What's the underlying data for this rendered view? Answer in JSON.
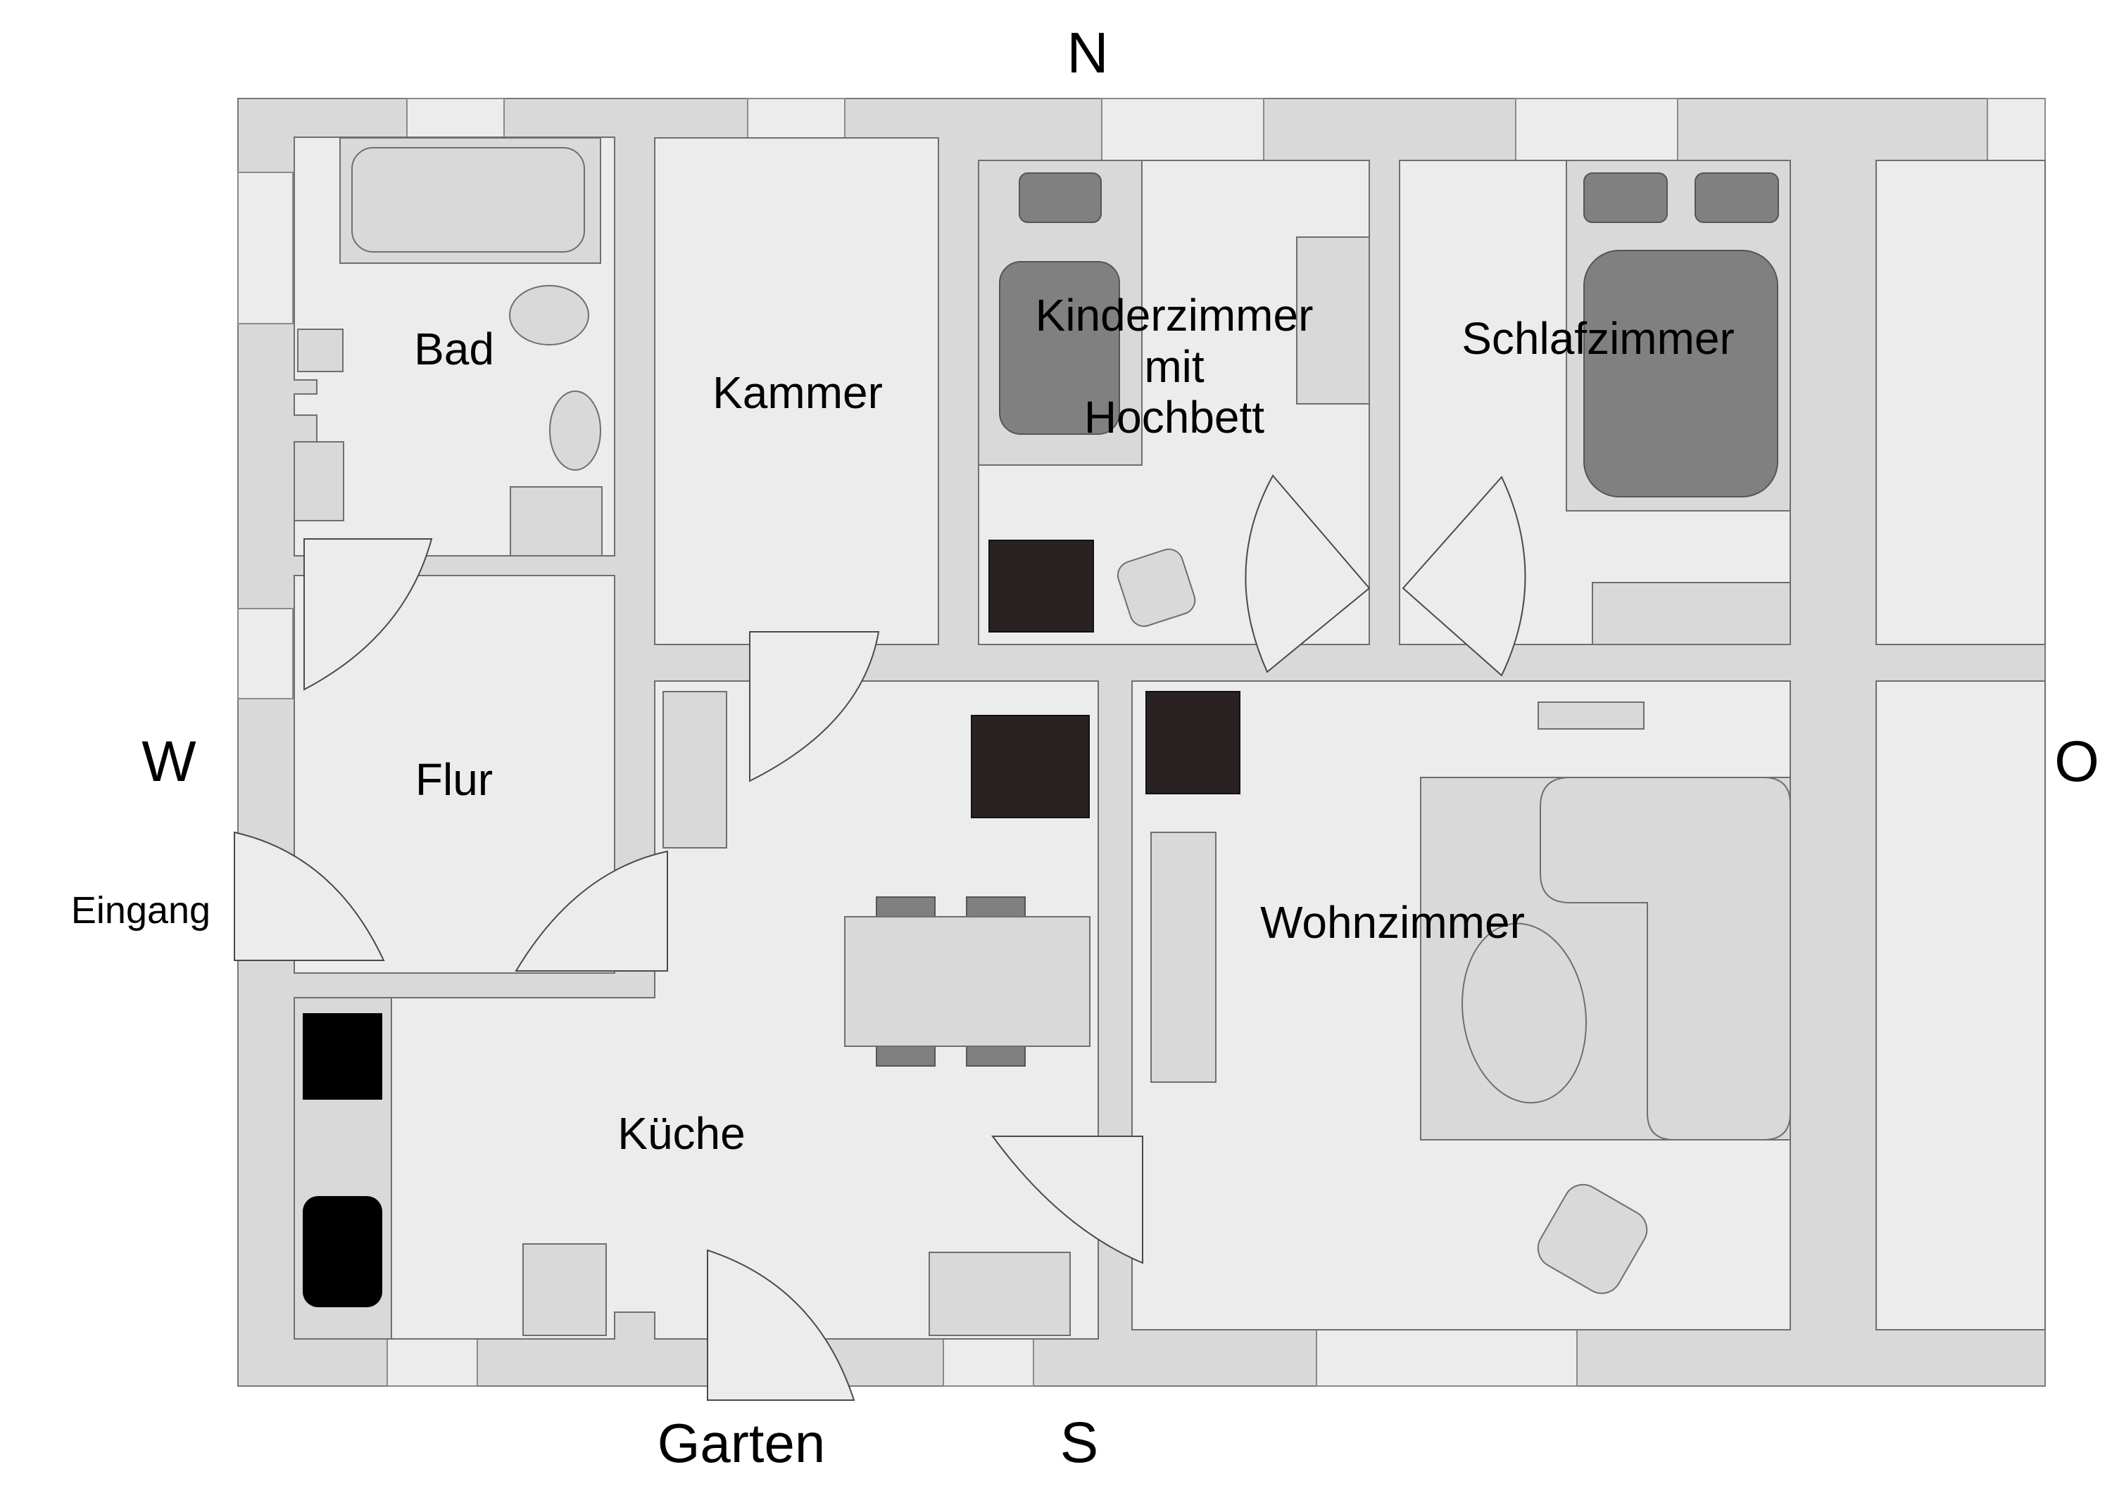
{
  "compass": {
    "north": "N",
    "south": "S",
    "west": "W",
    "east": "O"
  },
  "rooms": {
    "bad": "Bad",
    "kammer": "Kammer",
    "kinderzimmer": [
      "Kinderzimmer",
      "mit",
      "Hochbett"
    ],
    "schlafzimmer": "Schlafzimmer",
    "flur": "Flur",
    "kueche": "Küche",
    "wohnzimmer": "Wohnzimmer"
  },
  "entrances": {
    "eingang": "Eingang",
    "garten": "Garten"
  },
  "colors": {
    "wall": "#d9d9d9",
    "room_floor": "#ececec",
    "dark_furniture": "#808080",
    "black_furniture": "#2a2222"
  }
}
